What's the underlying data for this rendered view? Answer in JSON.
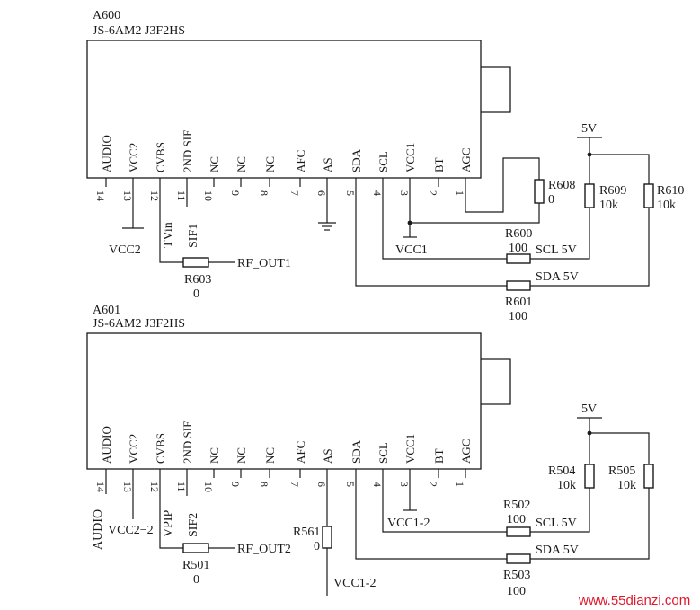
{
  "a600": {
    "ref": "A600",
    "part": "JS-6AM2 J3F2HS",
    "pins": [
      {
        "num": "14",
        "name": "AUDIO"
      },
      {
        "num": "13",
        "name": "VCC2"
      },
      {
        "num": "12",
        "name": "CVBS"
      },
      {
        "num": "11",
        "name": "2ND SIF"
      },
      {
        "num": "10",
        "name": "NC"
      },
      {
        "num": "9",
        "name": "NC"
      },
      {
        "num": "8",
        "name": "NC"
      },
      {
        "num": "7",
        "name": "AFC"
      },
      {
        "num": "6",
        "name": "AS"
      },
      {
        "num": "5",
        "name": "SDA"
      },
      {
        "num": "4",
        "name": "SCL"
      },
      {
        "num": "3",
        "name": "VCC1"
      },
      {
        "num": "2",
        "name": "BT"
      },
      {
        "num": "1",
        "name": "AGC"
      }
    ],
    "nets": {
      "vcc2": "VCC2",
      "tvin": "TVin",
      "sif1": "SIF1",
      "rf_out": "RF_OUT1",
      "vcc1": "VCC1",
      "scl": "SCL 5V",
      "sda": "SDA 5V",
      "supply": "5V"
    },
    "resistors": {
      "r603": {
        "ref": "R603",
        "value": "0"
      },
      "r608": {
        "ref": "R608",
        "value": "0"
      },
      "r609": {
        "ref": "R609",
        "value": "10k"
      },
      "r610": {
        "ref": "R610",
        "value": "10k"
      },
      "r600": {
        "ref": "R600",
        "value": "100"
      },
      "r601": {
        "ref": "R601",
        "value": "100"
      }
    }
  },
  "a601": {
    "ref": "A601",
    "part": "JS-6AM2 J3F2HS",
    "pins": [
      {
        "num": "14",
        "name": "AUDIO"
      },
      {
        "num": "13",
        "name": "VCC2"
      },
      {
        "num": "12",
        "name": "CVBS"
      },
      {
        "num": "11",
        "name": "2ND SIF"
      },
      {
        "num": "10",
        "name": "NC"
      },
      {
        "num": "9",
        "name": "NC"
      },
      {
        "num": "8",
        "name": "NC"
      },
      {
        "num": "7",
        "name": "AFC"
      },
      {
        "num": "6",
        "name": "AS"
      },
      {
        "num": "5",
        "name": "SDA"
      },
      {
        "num": "4",
        "name": "SCL"
      },
      {
        "num": "3",
        "name": "VCC1"
      },
      {
        "num": "2",
        "name": "BT"
      },
      {
        "num": "1",
        "name": "AGC"
      }
    ],
    "nets": {
      "audio": "AUDIO",
      "vcc2": "VCC2−2",
      "vpip": "VPIP",
      "sif2": "SIF2",
      "rf_out": "RF_OUT2",
      "vcc1": "VCC1-2",
      "vcc1_as": "VCC1-2",
      "scl": "SCL 5V",
      "sda": "SDA 5V",
      "supply": "5V"
    },
    "resistors": {
      "r501": {
        "ref": "R501",
        "value": "0"
      },
      "r561": {
        "ref": "R561",
        "value": "0"
      },
      "r504": {
        "ref": "R504",
        "value": "10k"
      },
      "r505": {
        "ref": "R505",
        "value": "10k"
      },
      "r502": {
        "ref": "R502",
        "value": "100"
      },
      "r503": {
        "ref": "R503",
        "value": "100"
      }
    }
  },
  "watermark": "www.55dianzi.com"
}
